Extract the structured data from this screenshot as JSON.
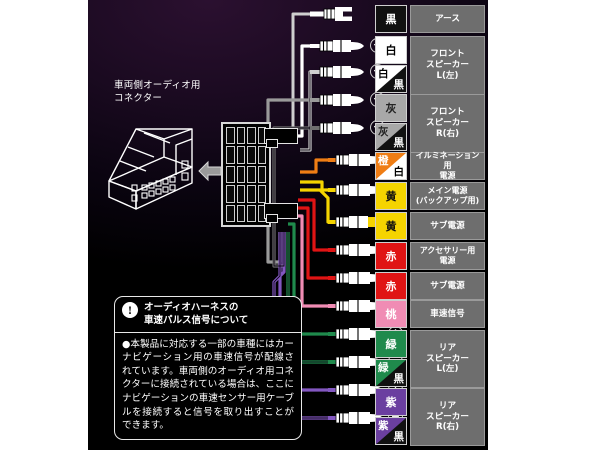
{
  "diagram": {
    "title_connector": "車両側オーディオ用\nコネクター",
    "connector_label_line1": "車両側オーディオ用",
    "connector_label_line2": "コネクター",
    "connector_icon": "vehicle-audio-connector-icon",
    "arrow_icon": "arrow-left-icon",
    "harness_block": {
      "name": "harness-connector-block",
      "pin_rows": 5,
      "pin_cols": 4
    }
  },
  "note": {
    "icon": "exclamation-icon",
    "heading_line1": "オーディオハーネスの",
    "heading_line2": "車速パルス信号について",
    "body": "●本製品に対応する一部の車種にはカーナビゲーション用の車速信号が配線されています。車両側のオーディオ用コネクターに接続されている場合は、ここにナビゲーションの車速センサー用ケーブルを接続すると信号を取り出すことができます。"
  },
  "legend": {
    "rows": [
      {
        "code": "黒",
        "code2": null,
        "label": "アース",
        "color": "#111111",
        "color2": null,
        "text_color": "#ffffff",
        "polarity": null,
        "terminal": "fork",
        "wire": "#ffffff"
      },
      {
        "code": "白",
        "code2": null,
        "label": "フロント\nスピーカー\nL(左)",
        "color": "#ffffff",
        "color2": null,
        "text_color": "#000000",
        "polarity": "+",
        "terminal": "bullet",
        "wire": "#ffffff"
      },
      {
        "code": "白",
        "code2": "黒",
        "label": null,
        "color": "#ffffff",
        "color2": "#111111",
        "text_color": "#000000",
        "text_color2": "#ffffff",
        "polarity": "−",
        "terminal": "bullet",
        "wire": "#c9c9c9"
      },
      {
        "code": "灰",
        "code2": null,
        "label": "フロント\nスピーカー\nR(右)",
        "color": "#a8a8a8",
        "color2": null,
        "text_color": "#222222",
        "polarity": "+",
        "terminal": "bullet",
        "wire": "#9a9a9a"
      },
      {
        "code": "灰",
        "code2": "黒",
        "label": null,
        "color": "#a8a8a8",
        "color2": "#111111",
        "text_color": "#222222",
        "text_color2": "#ffffff",
        "polarity": "−",
        "terminal": "bullet",
        "wire": "#777777"
      },
      {
        "code": "橙",
        "code2": "白",
        "label": "イルミネーション用\n電源",
        "color": "#ef7d14",
        "color2": "#ffffff",
        "text_color": "#ffffff",
        "text_color2": "#000000",
        "polarity": null,
        "terminal": "bullet",
        "wire": "#ef7d14"
      },
      {
        "code": "黄",
        "code2": null,
        "label": "メイン電源\n(バックアップ用)",
        "color": "#f5d400",
        "color2": null,
        "text_color": "#111111",
        "polarity": null,
        "terminal": "bullet",
        "wire": "#f5d400"
      },
      {
        "code": "黄",
        "code2": null,
        "label": "サブ電源",
        "color": "#f5d400",
        "color2": null,
        "text_color": "#111111",
        "polarity": null,
        "terminal": "bullet",
        "wire": "#f5d400"
      },
      {
        "code": "赤",
        "code2": null,
        "label": "アクセサリー用\n電源",
        "color": "#e01414",
        "color2": null,
        "text_color": "#ffffff",
        "polarity": null,
        "terminal": "bullet",
        "wire": "#e01414"
      },
      {
        "code": "赤",
        "code2": null,
        "label": "サブ電源",
        "color": "#e01414",
        "color2": null,
        "text_color": "#ffffff",
        "polarity": null,
        "terminal": "bullet",
        "wire": "#e01414"
      },
      {
        "code": "桃",
        "code2": null,
        "label": "車速信号",
        "color": "#f08cb4",
        "color2": null,
        "text_color": "#ffffff",
        "polarity": null,
        "terminal": "bullet",
        "wire": "#f08cb4"
      },
      {
        "code": "緑",
        "code2": null,
        "label": "リア\nスピーカー\nL(左)",
        "color": "#1f8a4c",
        "color2": null,
        "text_color": "#ffffff",
        "polarity": "+",
        "terminal": "bullet",
        "wire": "#1f8a4c"
      },
      {
        "code": "緑",
        "code2": "黒",
        "label": null,
        "color": "#1f8a4c",
        "color2": "#111111",
        "text_color": "#ffffff",
        "text_color2": "#ffffff",
        "polarity": "−",
        "terminal": "bullet",
        "wire": "#1f8a4c"
      },
      {
        "code": "紫",
        "code2": null,
        "label": "リア\nスピーカー\nR(右)",
        "color": "#6b3fa0",
        "color2": null,
        "text_color": "#ffffff",
        "polarity": "+",
        "terminal": "bullet",
        "wire": "#8257c0"
      },
      {
        "code": "紫",
        "code2": "黒",
        "label": null,
        "color": "#6b3fa0",
        "color2": "#111111",
        "text_color": "#ffffff",
        "text_color2": "#ffffff",
        "polarity": "−",
        "terminal": "bullet",
        "wire": "#8257c0"
      }
    ]
  },
  "colors": {
    "panel_background": "#0a0410",
    "panel_tint": "#2b1030",
    "label_box": "#6e6e6e",
    "outline": "#e8e8e8",
    "page_background": "#ffffff"
  }
}
